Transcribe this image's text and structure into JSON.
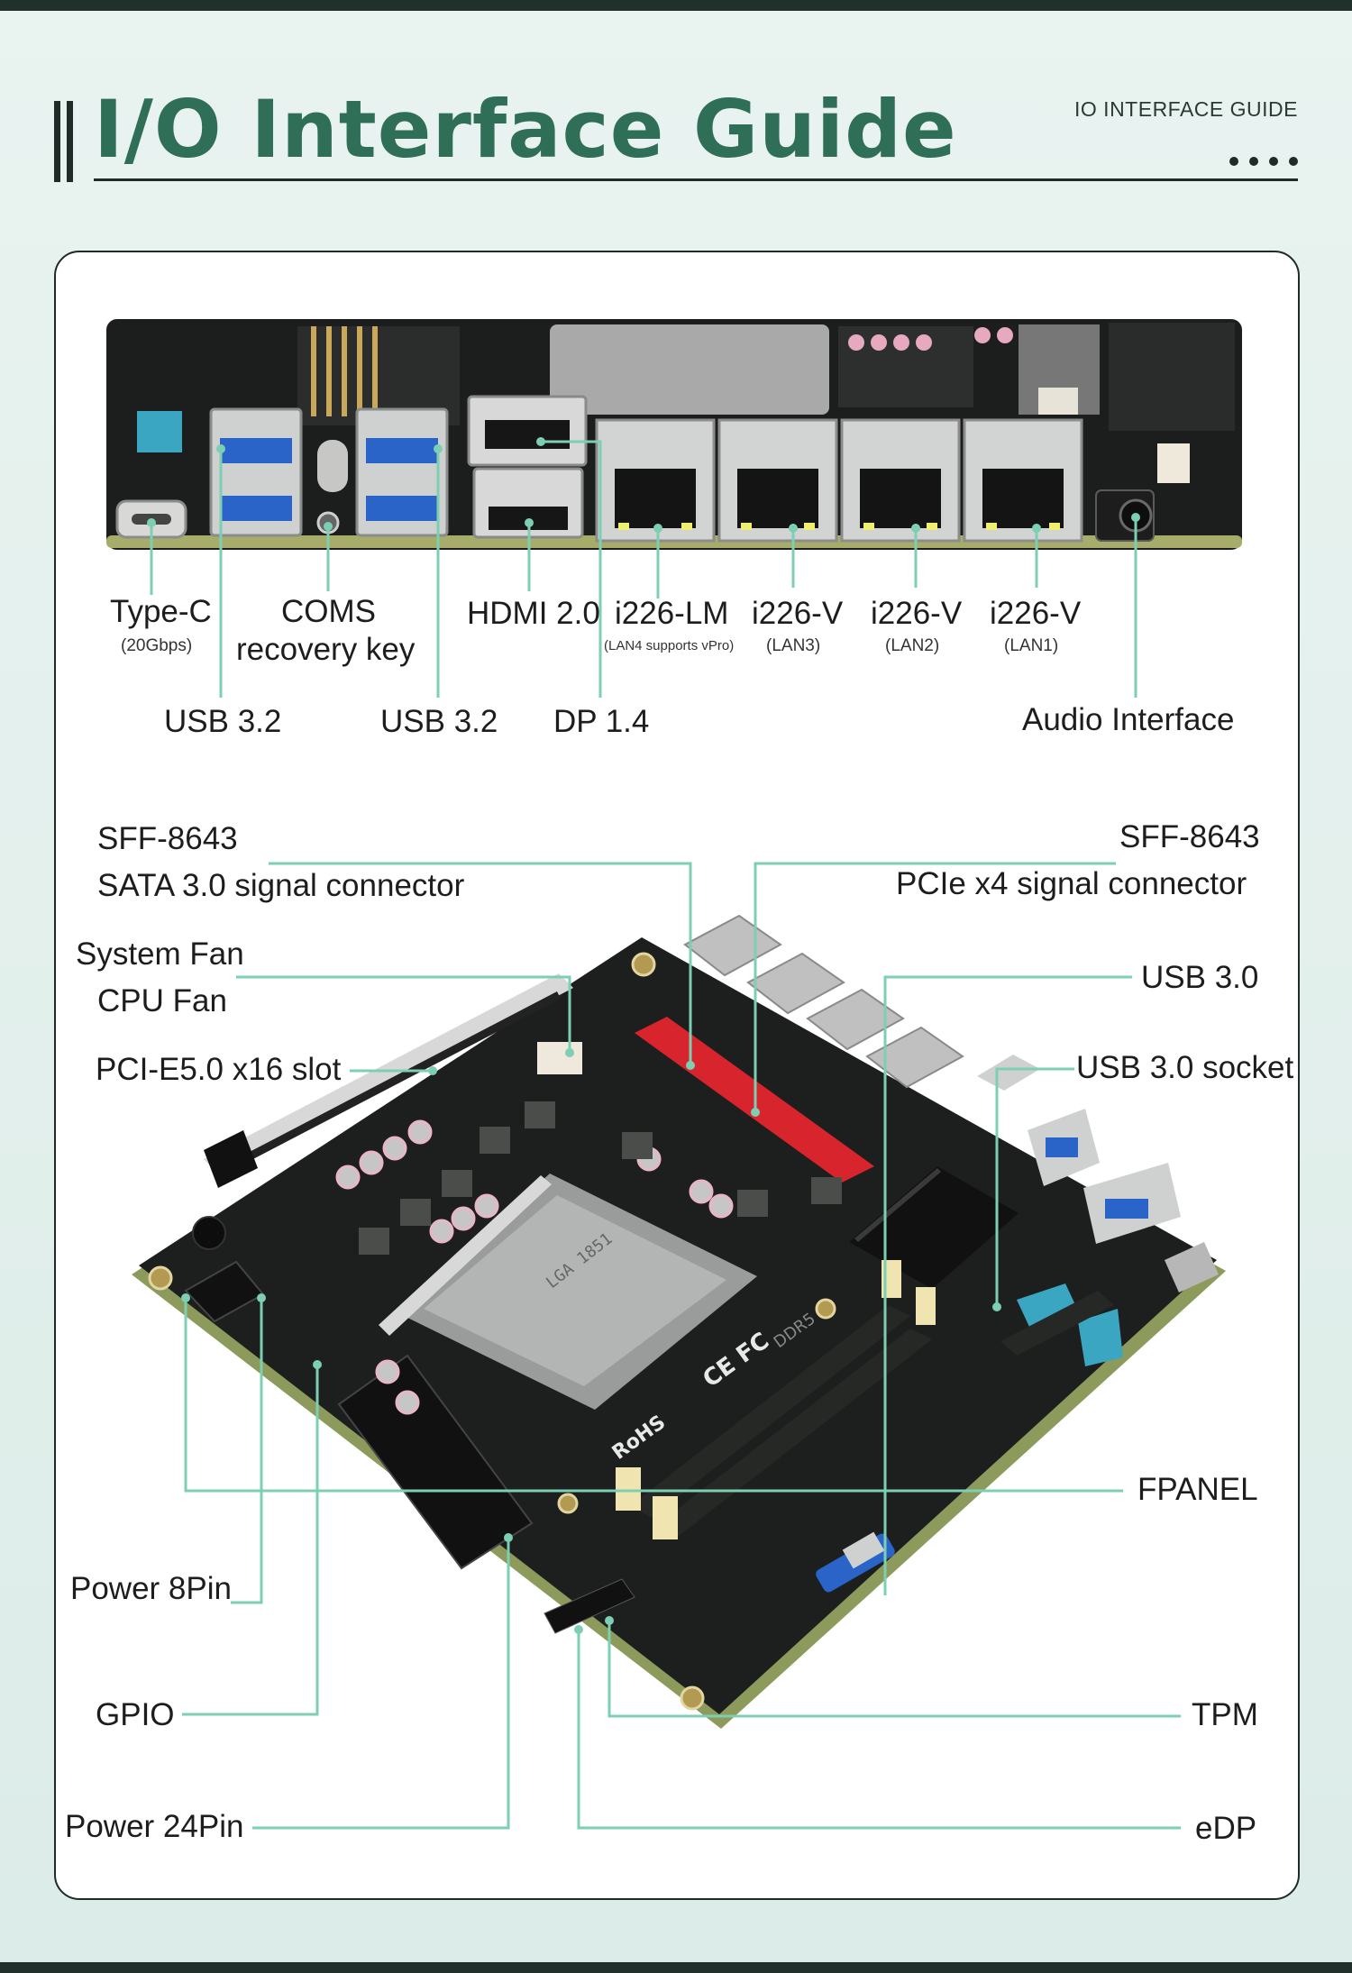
{
  "header": {
    "title": "I/O Interface Guide",
    "eyebrow": "IO INTERFACE GUIDE"
  },
  "colors": {
    "accent_green": "#2f6e57",
    "leader_line": "#7ccfb2",
    "dark_bar": "#22302b",
    "usb_blue": "#2a64c8",
    "ram_red": "#d8242c",
    "header_teal": "#3aa6c2"
  },
  "rear_io": {
    "type_c": "Type-C",
    "type_c_speed": "(20Gbps)",
    "coms": "COMS",
    "coms_sub": "recovery key",
    "hdmi": "HDMI 2.0",
    "lan4": "i226-LM",
    "lan4_note": "(LAN4 supports vPro)",
    "lan3": "i226-V",
    "lan3_note": "(LAN3)",
    "lan2": "i226-V",
    "lan2_note": "(LAN2)",
    "lan1": "i226-V",
    "lan1_note": "(LAN1)",
    "usb_left": "USB 3.2",
    "usb_mid": "USB 3.2",
    "dp": "DP 1.4",
    "audio": "Audio Interface"
  },
  "board": {
    "sff_sata_title": "SFF-8643",
    "sff_sata_desc": "SATA 3.0 signal connector",
    "sff_pcie_title": "SFF-8643",
    "sff_pcie_desc": "PCIe x4 signal connector",
    "sys_fan": "System Fan",
    "cpu_fan": "CPU Fan",
    "pcie_slot": "PCI-E5.0 x16 slot",
    "usb30": "USB 3.0",
    "usb30_socket": "USB 3.0 socket",
    "fpanel": "FPANEL",
    "power8": "Power 8Pin",
    "gpio": "GPIO",
    "tpm": "TPM",
    "power24": "Power 24Pin",
    "edp": "eDP"
  },
  "board_markings": {
    "socket_text": "LGA 1851",
    "ce_fc": "CE FC",
    "rohs": "RoHS",
    "ram_label": "DDR5"
  },
  "icons": [
    "usb-port-icon",
    "ethernet-port-icon",
    "hdmi-port-icon",
    "displayport-icon",
    "audio-jack-icon",
    "type-c-port-icon",
    "cpu-socket-icon",
    "heatsink-icon"
  ]
}
